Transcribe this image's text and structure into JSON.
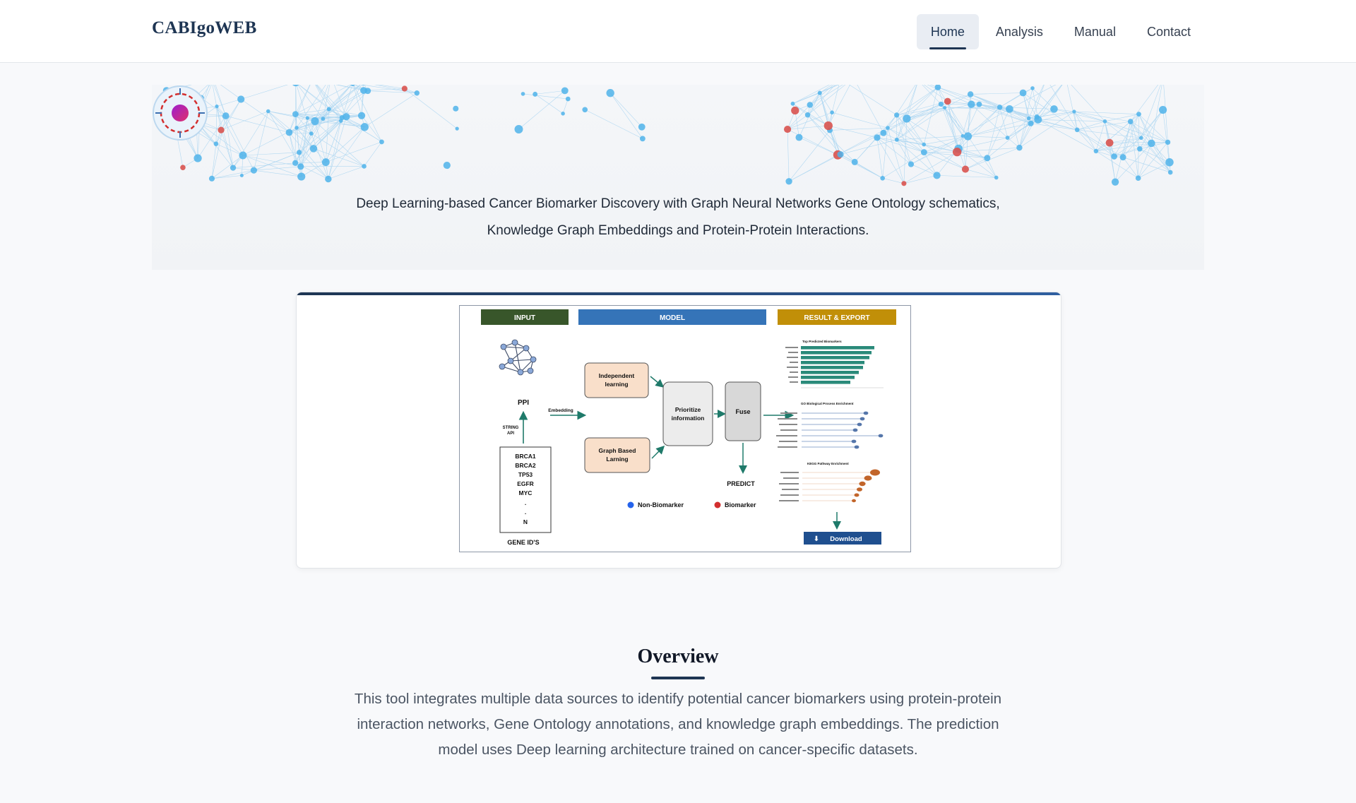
{
  "brand": "CABIgoWEB",
  "nav": [
    {
      "label": "Home",
      "active": true
    },
    {
      "label": "Analysis",
      "active": false
    },
    {
      "label": "Manual",
      "active": false
    },
    {
      "label": "Contact",
      "active": false
    }
  ],
  "hero": {
    "tagline_line1": "Deep Learning-based Cancer Biomarker Discovery with Graph Neural Networks Gene Ontology schematics,",
    "tagline_line2": "Knowledge Graph Embeddings and Protein-Protein Interactions."
  },
  "figure": {
    "header_input": "INPUT",
    "header_model": "MODEL",
    "header_result": "RESULT & EXPORT",
    "ppi_label": "PPI",
    "string_api_l1": "STRING",
    "string_api_l2": "API",
    "embedding_label": "Embedding",
    "genes": [
      "BRCA1",
      "BRCA2",
      "TP53",
      "EGFR",
      "MYC",
      ".",
      ".",
      "N"
    ],
    "gene_ids_label": "GENE ID'S",
    "independent_l1": "Independent",
    "independent_l2": "learning",
    "graph_l1": "Graph Based",
    "graph_l2": "Larning",
    "prioritize_l1": "Prioritize",
    "prioritize_l2": "information",
    "fuse_label": "Fuse",
    "predict_label": "PREDICT",
    "legend_non_biomarker": "Non-Biomarker",
    "legend_biomarker": "Biomarker",
    "panel1_title": "Top Predicted Biomarkers",
    "panel2_title": "GO Biological Process Enrichment",
    "panel3_title": "KEGG Pathway Enrichment",
    "download_label": "Download",
    "colors": {
      "input": "#38562a",
      "model": "#3574b8",
      "result": "#c18f08",
      "bars": "#2a8a7a",
      "biomarker": "#d32f2f",
      "non_biomarker": "#2563eb",
      "download": "#1f4f8f"
    }
  },
  "overview": {
    "title": "Overview",
    "text": "This tool integrates multiple data sources to identify potential cancer biomarkers using protein-protein interaction networks, Gene Ontology annotations, and knowledge graph embeddings. The prediction model uses Deep learning architecture trained on cancer-specific datasets."
  }
}
